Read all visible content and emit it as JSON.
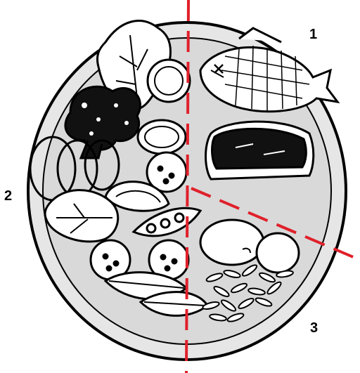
{
  "diagram": {
    "section_labels": [
      "1",
      "2",
      "3"
    ],
    "colors": {
      "divider": "#e0202a",
      "plate_rim": "#e6e6e6",
      "plate_inner": "#d9d9d9",
      "outline": "#000000",
      "food_fill": "#ffffff"
    }
  }
}
